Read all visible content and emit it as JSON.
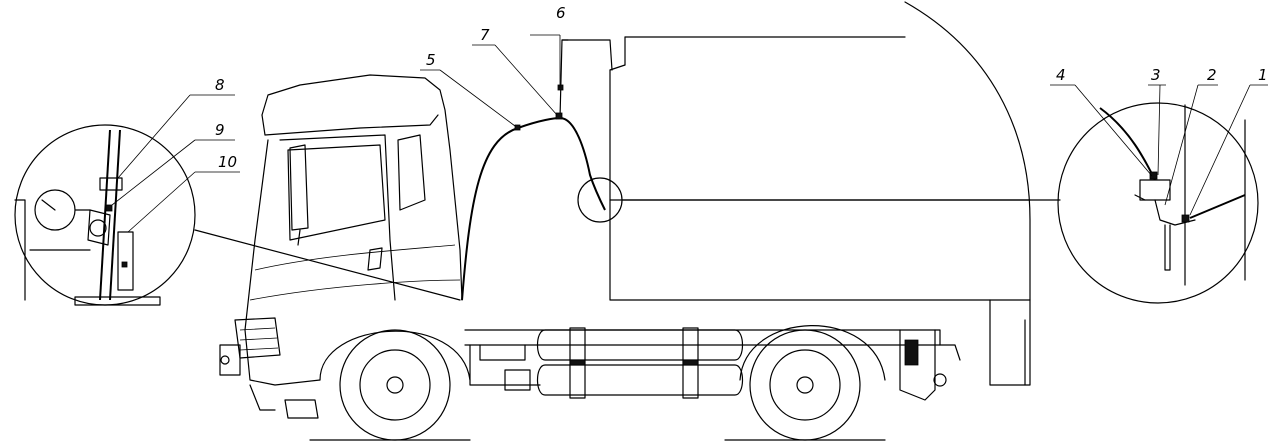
{
  "drawing": {
    "callouts": [
      {
        "id": "c1",
        "label": "1"
      },
      {
        "id": "c2",
        "label": "2"
      },
      {
        "id": "c3",
        "label": "3"
      },
      {
        "id": "c4",
        "label": "4"
      },
      {
        "id": "c5",
        "label": "5"
      },
      {
        "id": "c6",
        "label": "6"
      },
      {
        "id": "c7",
        "label": "7"
      },
      {
        "id": "c8",
        "label": "8"
      },
      {
        "id": "c9",
        "label": "9"
      },
      {
        "id": "c10",
        "label": "10"
      }
    ]
  },
  "colors": {
    "line": "#000000",
    "background": "#ffffff"
  }
}
